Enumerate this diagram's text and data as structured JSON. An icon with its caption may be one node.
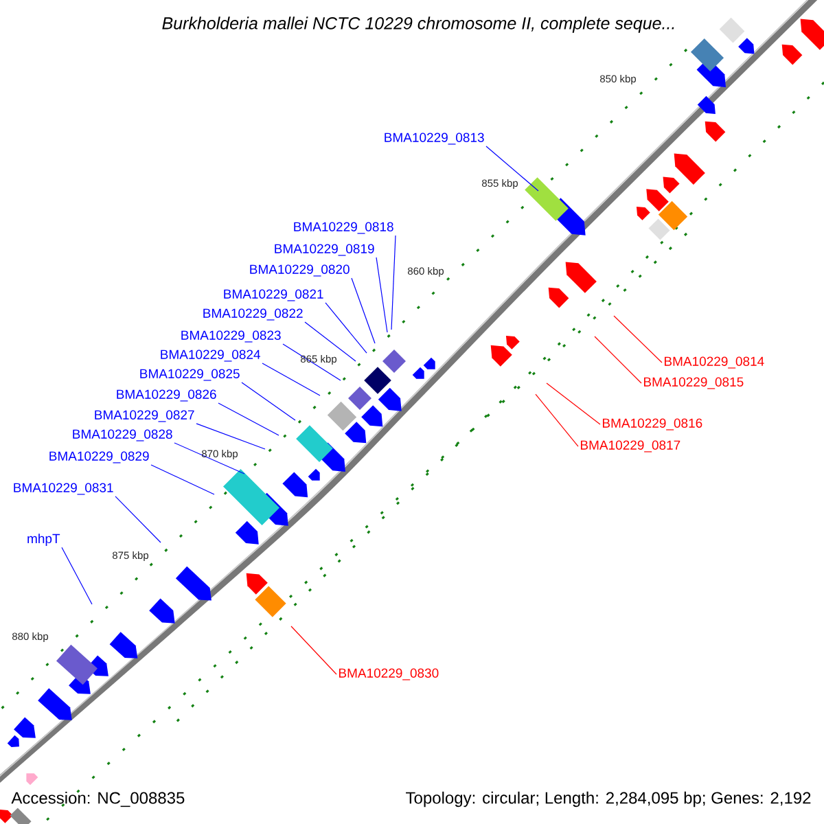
{
  "diagram": {
    "title": "Burkholderia mallei NCTC 10229 chromosome II, complete seque...",
    "nodes": [
      {
        "text": [
          "BMA10229_0813"
        ]
      },
      {
        "text": [
          "BMA10229_0818"
        ]
      },
      {
        "text": [
          "BMA10229_0819"
        ]
      },
      {
        "text": [
          "BMA10229_0820"
        ]
      },
      {
        "text": [
          "BMA10229_0821"
        ]
      },
      {
        "text": [
          "BMA10229_0822"
        ]
      },
      {
        "text": [
          "BMA10229_0823"
        ]
      },
      {
        "text": [
          "BMA10229_0824"
        ]
      },
      {
        "text": [
          "BMA10229_0814"
        ]
      },
      {
        "text": [
          "BMA10229_0825"
        ]
      },
      {
        "text": [
          "BMA10229_0815"
        ]
      },
      {
        "text": [
          "BMA10229_0826"
        ]
      },
      {
        "text": [
          "BMA10229_0827"
        ]
      },
      {
        "text": [
          "BMA10229_0816"
        ]
      },
      {
        "text": [
          "BMA10229_0828"
        ]
      },
      {
        "text": [
          "BMA10229_0817"
        ]
      },
      {
        "text": [
          "BMA10229_0829"
        ]
      },
      {
        "text": [
          "BMA10229_0831"
        ]
      },
      {
        "text": [
          "mhpT"
        ]
      },
      {
        "text": [
          "BMA10229_0830"
        ]
      }
    ],
    "edges": [
      {
        "from": 0,
        "to": null,
        "arrow": "none"
      },
      {
        "from": 1,
        "to": null,
        "arrow": "none"
      },
      {
        "from": 2,
        "to": null,
        "arrow": "none"
      },
      {
        "from": 3,
        "to": null,
        "arrow": "none"
      },
      {
        "from": 4,
        "to": null,
        "arrow": "none"
      },
      {
        "from": 5,
        "to": null,
        "arrow": "none"
      },
      {
        "from": 6,
        "to": null,
        "arrow": "none"
      },
      {
        "from": 7,
        "to": null,
        "arrow": "none"
      },
      {
        "from": 8,
        "to": null,
        "arrow": "none",
        "color": "#ff0000"
      },
      {
        "from": 9,
        "to": null,
        "arrow": "none"
      },
      {
        "from": 10,
        "to": null,
        "arrow": "none",
        "color": "#ff0000"
      },
      {
        "from": 11,
        "to": null,
        "arrow": "none"
      },
      {
        "from": 12,
        "to": null,
        "arrow": "none"
      },
      {
        "from": 13,
        "to": null,
        "arrow": "none",
        "color": "#ff0000"
      },
      {
        "from": 14,
        "to": null,
        "arrow": "none"
      },
      {
        "from": 15,
        "to": null,
        "arrow": "none",
        "color": "#ff0000"
      },
      {
        "from": 16,
        "to": null,
        "arrow": "none"
      },
      {
        "from": 17,
        "to": null,
        "arrow": "none"
      },
      {
        "from": 18,
        "to": null,
        "arrow": "none"
      },
      {
        "from": 19,
        "to": null,
        "arrow": "none",
        "color": "#ff0000"
      }
    ],
    "labels": [
      "850 kbp",
      "855 kbp",
      "860 kbp",
      "865 kbp",
      "870 kbp",
      "875 kbp",
      "880 kbp",
      "Accession: NC_008835",
      "Topology: circular; Length: 2,284,095 bp; Genes: 2,192"
    ]
  }
}
